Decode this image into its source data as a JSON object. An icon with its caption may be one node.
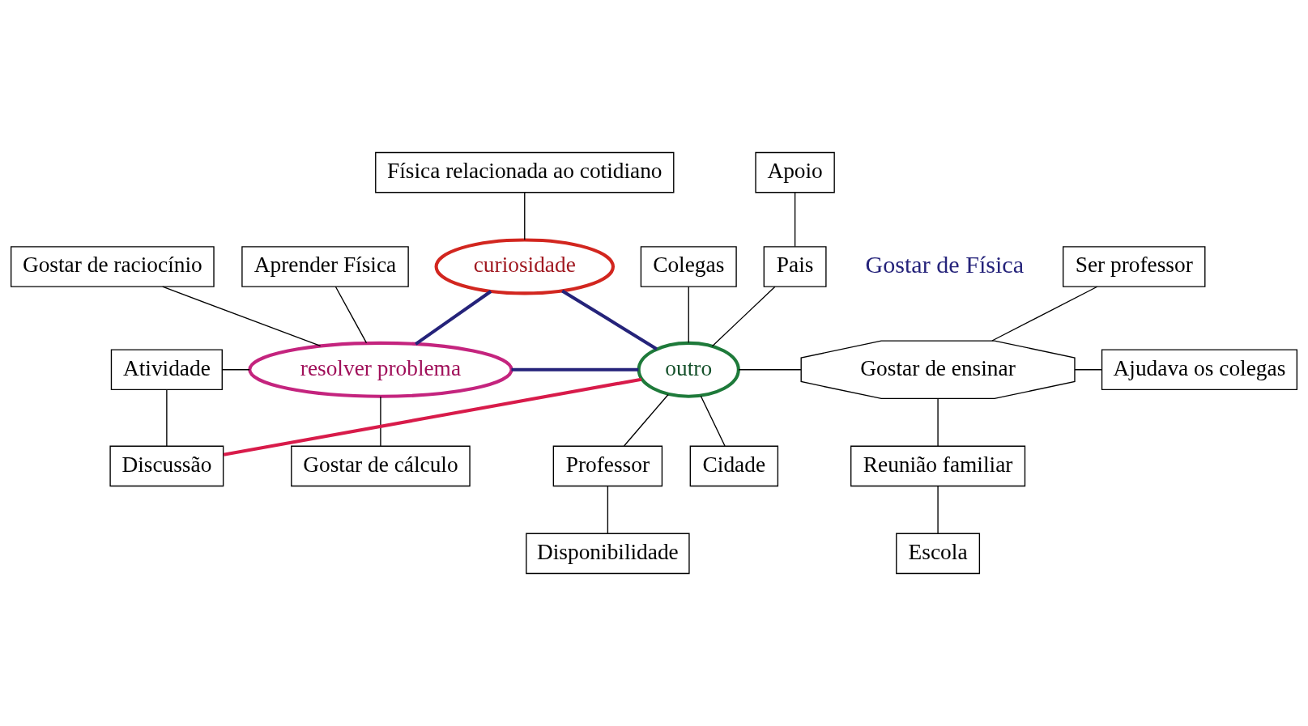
{
  "diagram": {
    "nodes": [
      {
        "text": [
          "Física relacionada ao cotidiano"
        ]
      },
      {
        "text": [
          "curiosidade"
        ]
      },
      {
        "text": [
          "resolver problema"
        ]
      },
      {
        "text": [
          "outro"
        ]
      },
      {
        "text": [
          "Gostar de raciocínio"
        ]
      },
      {
        "text": [
          "Aprender Física"
        ]
      },
      {
        "text": [
          "Atividade"
        ]
      },
      {
        "text": [
          "Discussão"
        ]
      },
      {
        "text": [
          "Gostar de cálculo"
        ]
      },
      {
        "text": [
          "Colegas"
        ]
      },
      {
        "text": [
          "Apoio"
        ]
      },
      {
        "text": [
          "Pais"
        ]
      },
      {
        "text": [
          "Ser professor"
        ]
      },
      {
        "text": [
          "Gostar de ensinar"
        ]
      },
      {
        "text": [
          "Ajudava os colegas"
        ]
      },
      {
        "text": [
          "Cidade"
        ]
      },
      {
        "text": [
          "Professor"
        ]
      },
      {
        "text": [
          "Disponibilidade"
        ]
      },
      {
        "text": [
          "Reunião familiar"
        ]
      },
      {
        "text": [
          "Escola"
        ]
      }
    ],
    "edges": [
      {
        "from": 0,
        "to": 1,
        "arrow": "none"
      },
      {
        "from": 1,
        "to": 2,
        "arrow": "none",
        "style": "thick",
        "color": "#25237a"
      },
      {
        "from": 2,
        "to": 3,
        "arrow": "none",
        "style": "thick",
        "color": "#25237a"
      },
      {
        "from": 3,
        "to": 1,
        "arrow": "none",
        "style": "thick",
        "color": "#25237a"
      },
      {
        "from": 4,
        "to": 2,
        "arrow": "none"
      },
      {
        "from": 5,
        "to": 2,
        "arrow": "none"
      },
      {
        "from": 6,
        "to": 2,
        "arrow": "none"
      },
      {
        "from": 6,
        "to": 7,
        "arrow": "none"
      },
      {
        "from": 2,
        "to": 8,
        "arrow": "none"
      },
      {
        "from": 9,
        "to": 3,
        "arrow": "none"
      },
      {
        "from": 10,
        "to": 11,
        "arrow": "none"
      },
      {
        "from": 11,
        "to": 3,
        "arrow": "none"
      },
      {
        "from": 3,
        "to": 13,
        "arrow": "none"
      },
      {
        "from": 12,
        "to": 13,
        "arrow": "none"
      },
      {
        "from": 13,
        "to": 14,
        "arrow": "none"
      },
      {
        "from": 3,
        "to": 15,
        "arrow": "none"
      },
      {
        "from": 3,
        "to": 16,
        "arrow": "none"
      },
      {
        "from": 16,
        "to": 17,
        "arrow": "none"
      },
      {
        "from": 13,
        "to": 18,
        "arrow": "none"
      },
      {
        "from": 18,
        "to": 19,
        "arrow": "none"
      },
      {
        "from": 7,
        "to": 3,
        "arrow": "none",
        "style": "thick",
        "color": "#d81b4a"
      }
    ],
    "labels": [
      "Gostar de Física"
    ]
  }
}
